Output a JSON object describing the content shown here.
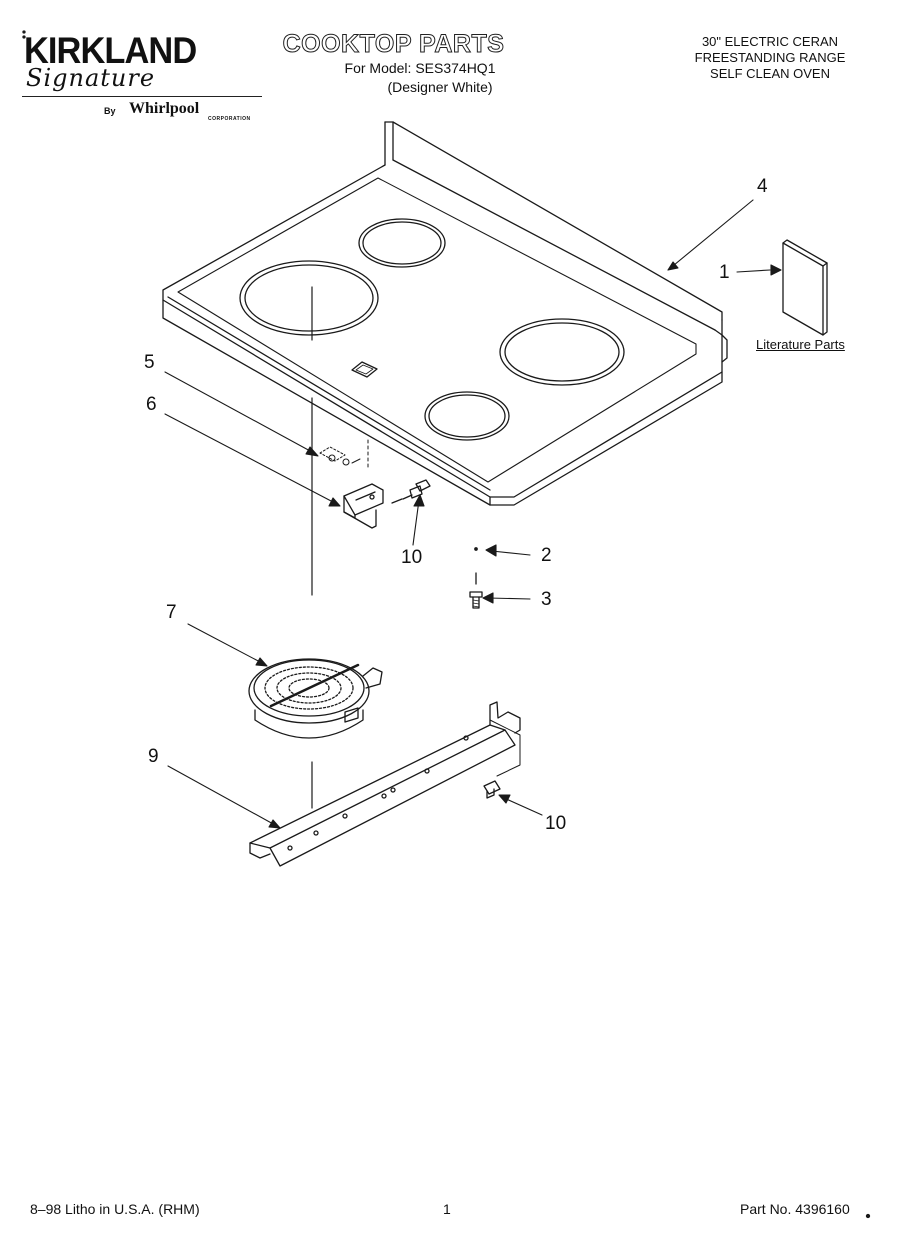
{
  "header": {
    "brand": "KIRKLAND",
    "brand_script": "Signature",
    "by_label": "By",
    "manufacturer": "Whirlpool",
    "manufacturer_sub": "CORPORATION",
    "title": "COOKTOP PARTS",
    "model_line": "For Model: SES374HQ1",
    "variant": "(Designer White)",
    "spec_lines": [
      "30\" ELECTRIC CERAN",
      "FREESTANDING RANGE",
      "SELF CLEAN OVEN"
    ]
  },
  "callouts": [
    "4",
    "1",
    "5",
    "6",
    "10",
    "2",
    "3",
    "7",
    "9",
    "10"
  ],
  "literature_label": "Literature Parts",
  "footer": {
    "left": "8–98 Litho in U.S.A. (RHM)",
    "center": "1",
    "right": "Part No. 4396160"
  },
  "colors": {
    "ink": "#111111",
    "paper": "#ffffff"
  }
}
